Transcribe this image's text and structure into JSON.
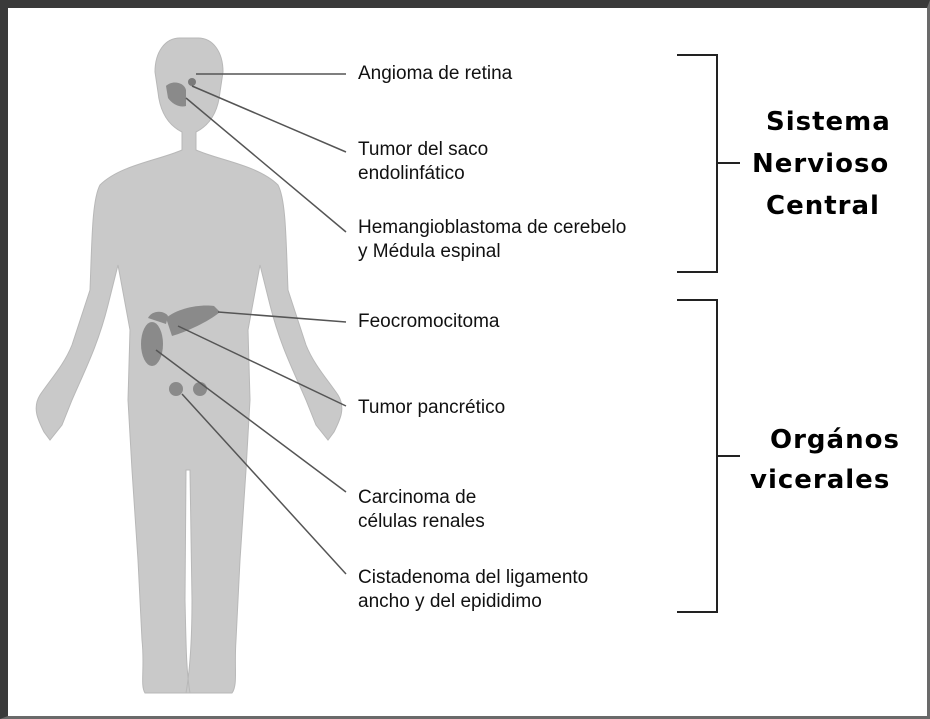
{
  "labels": {
    "retina": "Angioma de retina",
    "saco_1": "Tumor del saco",
    "saco_2": "endolinfático",
    "hemangio_1": "Hemangioblastoma de cerebelo",
    "hemangio_2": "y Médula espinal",
    "feocromo": "Feocromocitoma",
    "pancreatico": "Tumor pancrético",
    "carcinoma_1": "Carcinoma de",
    "carcinoma_2": "células renales",
    "cistadenoma_1": "Cistadenoma del ligamento",
    "cistadenoma_2": "ancho y del epididimo"
  },
  "groups": {
    "snc_1": "Sistema",
    "snc_2": "Nervioso",
    "snc_3": "Central",
    "organos_1": "Orgános",
    "organos_2": "vicerales"
  },
  "colors": {
    "body": "#c9c9c9",
    "organ": "#8a8a8a",
    "line": "#555555"
  }
}
